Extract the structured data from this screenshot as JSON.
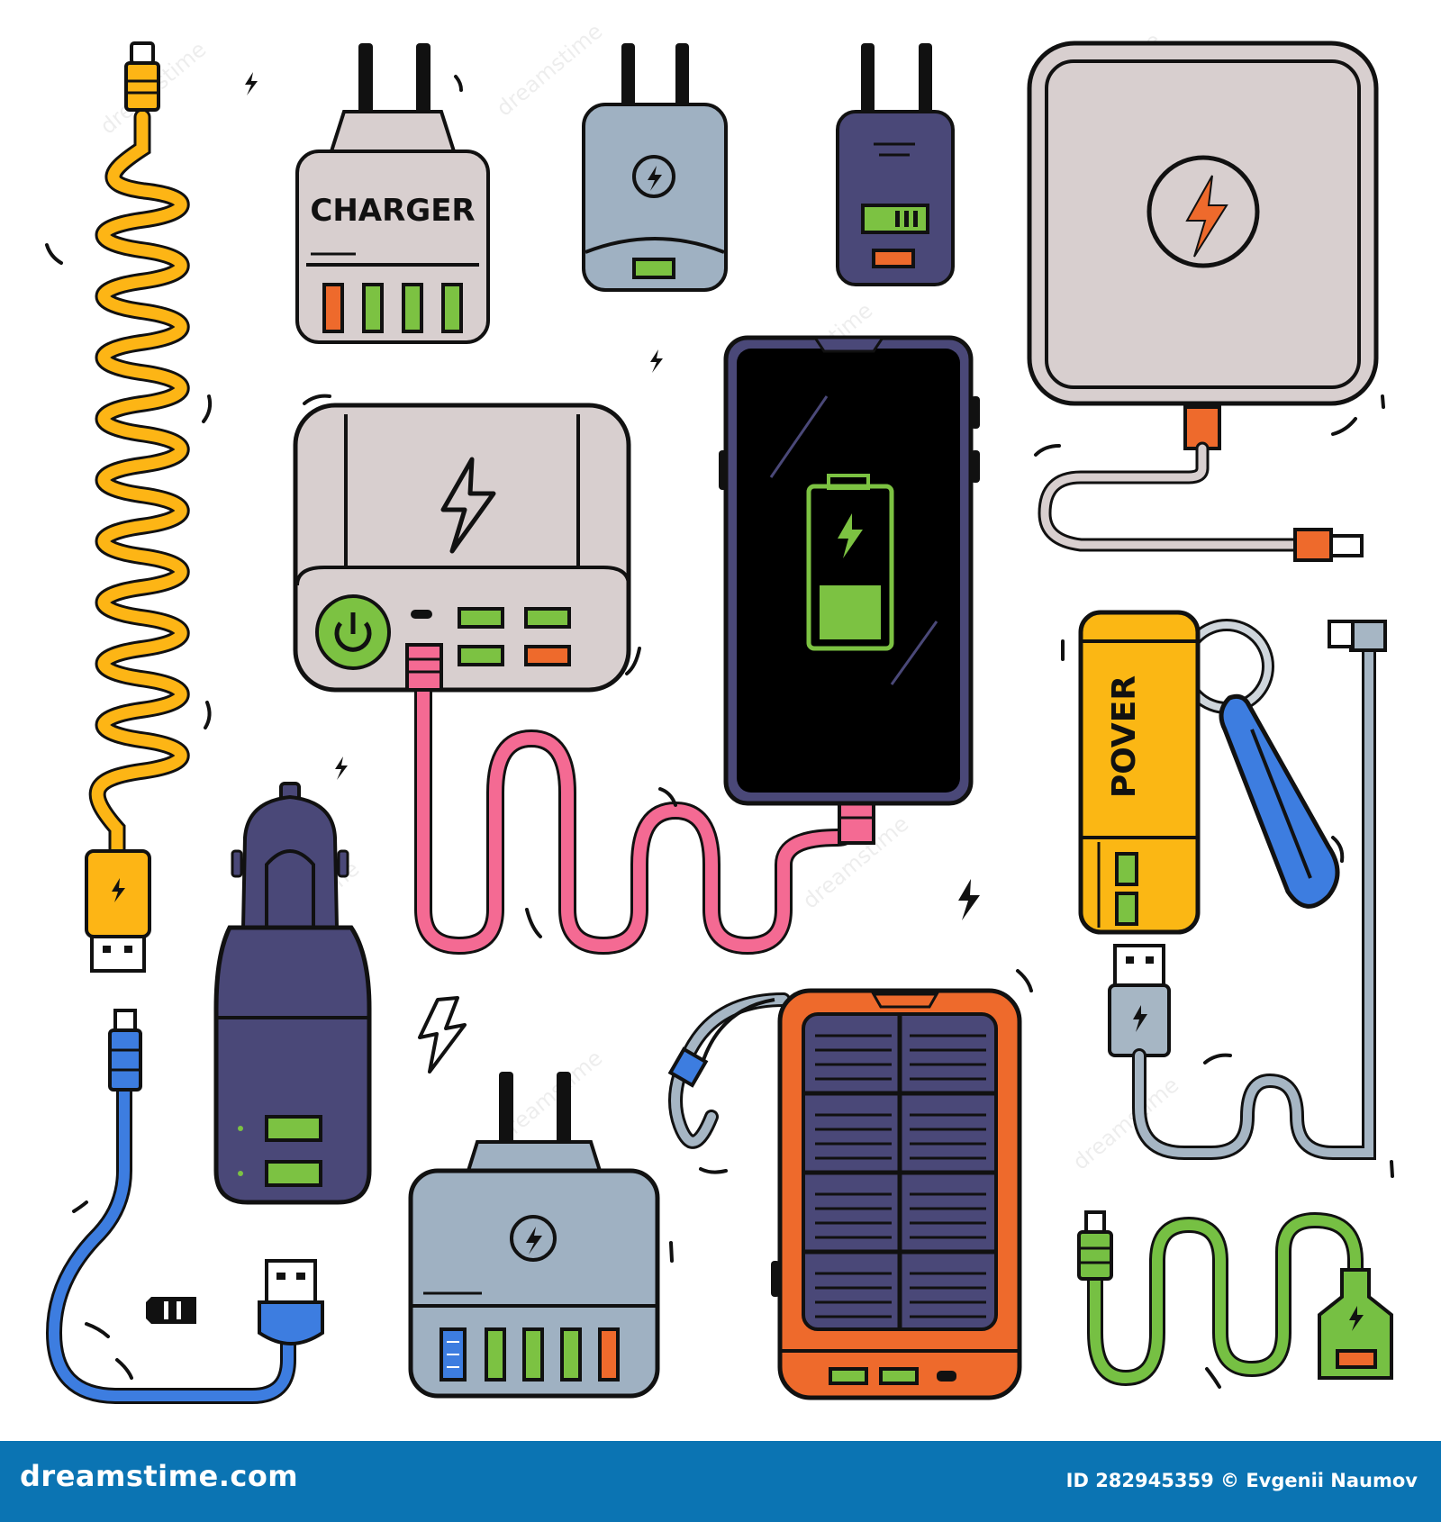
{
  "labels": {
    "charger_text": "CHARGER",
    "power_text": "POVER"
  },
  "watermark": {
    "text": "dreamstime",
    "brand": "dreamstime.com",
    "credit": "ID 282945359 © Evgenii Naumov"
  },
  "colors": {
    "footer": "#0b74b3",
    "outline": "#111111",
    "grey_device": "#d8cfcf",
    "blue_grey_device": "#9fb1c2",
    "navy_device": "#4a4878",
    "indicator_green": "#7cc242",
    "accent_orange": "#ee6a2c",
    "coil_yellow": "#fdb515",
    "cable_pink": "#f46a93",
    "cable_blue": "#3d7de0",
    "cable_lime": "#76c043",
    "cable_grey": "#a6b6c4",
    "powerbank_yellow": "#fbb714",
    "solar_orange": "#ee6a2c"
  },
  "icons": [
    "lightning-icon",
    "power-icon",
    "battery-icon",
    "usb-plug-icon",
    "wall-plug-icon"
  ]
}
